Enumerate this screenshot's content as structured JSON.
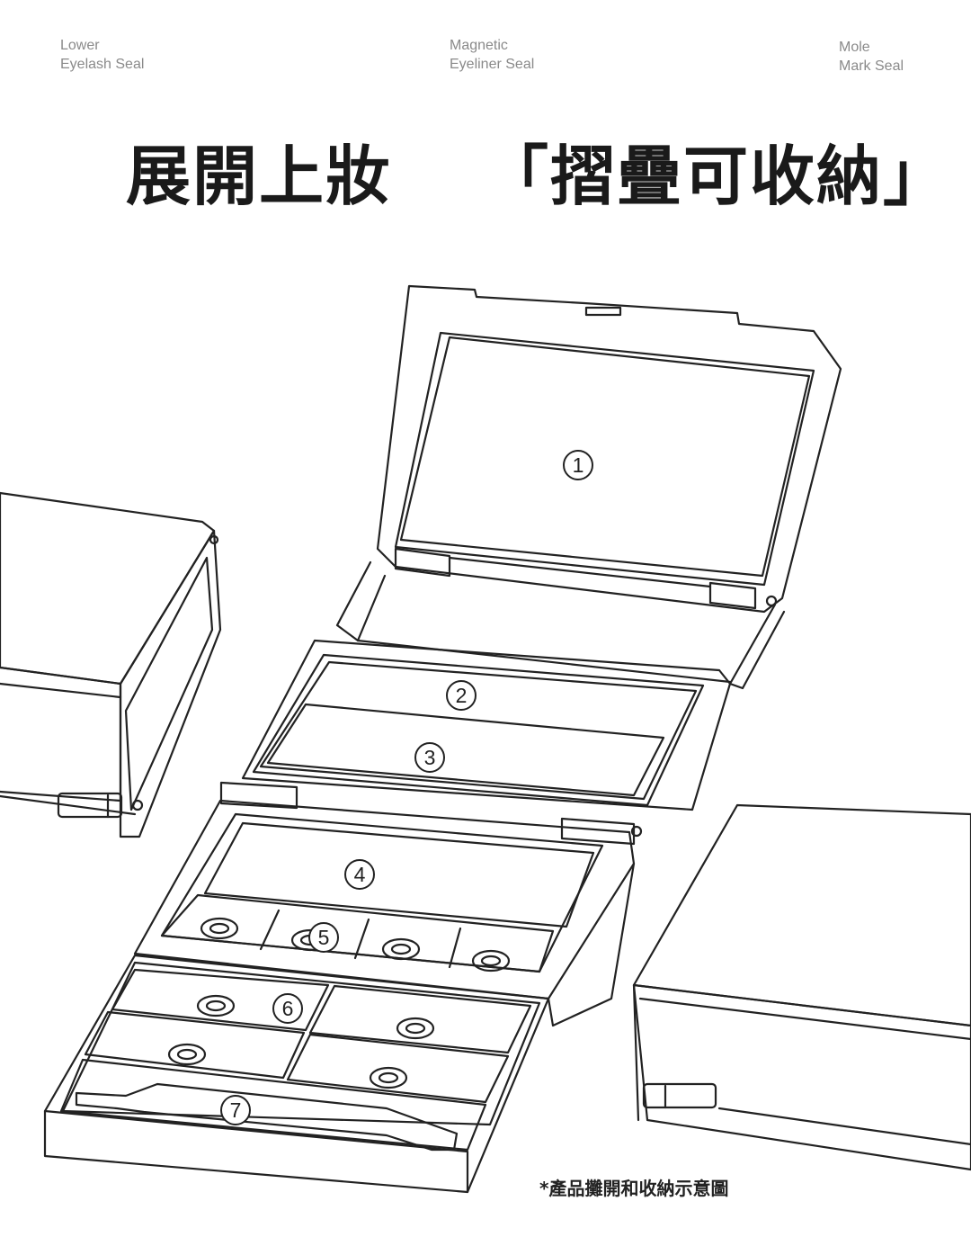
{
  "labels": {
    "lower_eyelash": [
      "Lower",
      "Eyelash Seal"
    ],
    "magnetic_eyeliner": [
      "Magnetic",
      "Eyeliner Seal"
    ],
    "mole_mark": [
      "Mole",
      "Mark Seal"
    ]
  },
  "headline": {
    "left": "展開上妝",
    "right": "「摺疊可收納」"
  },
  "callouts": [
    "1",
    "2",
    "3",
    "4",
    "5",
    "6",
    "7"
  ],
  "caption": "*產品攤開和收納示意圖",
  "colors": {
    "line": "#222222",
    "label": "#8a8a8a",
    "background": "#ffffff"
  }
}
